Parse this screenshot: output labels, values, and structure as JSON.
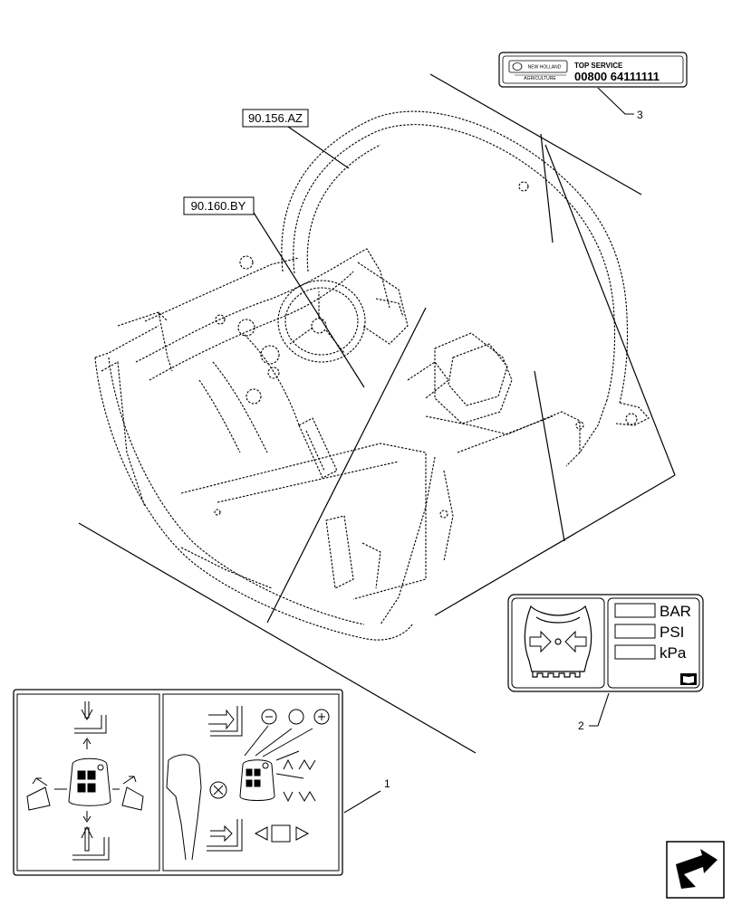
{
  "references": {
    "ref_a": "90.156.AZ",
    "ref_b": "90.160.BY"
  },
  "callouts": {
    "item_1": "1",
    "item_2": "2",
    "item_3": "3"
  },
  "service_decal": {
    "brand": "NEW HOLLAND",
    "sub_brand": "AGRICULTURE",
    "title": "TOP SERVICE",
    "phone": "00800 64111111"
  },
  "pressure_decal": {
    "units": [
      "BAR",
      "PSI",
      "kPa"
    ]
  },
  "icons": {
    "next_page": "next-page-arrow-icon",
    "manual": "operator-manual-book-icon"
  }
}
